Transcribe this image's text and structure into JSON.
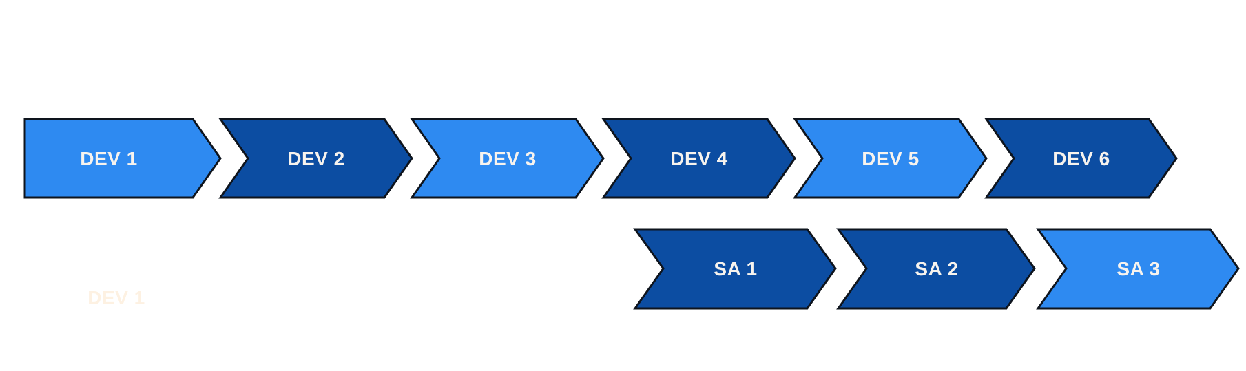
{
  "diagram": {
    "background_color": "#ffffff",
    "outline_color": "#0e141d",
    "label_color": "#f7f3ee",
    "colors": {
      "light_blue": "#2e8af1",
      "dark_blue": "#0c4da2"
    },
    "rows": {
      "dev": {
        "name": "dev-phase-row",
        "items": [
          {
            "label": "DEV 1",
            "fill": "#2e8af1"
          },
          {
            "label": "DEV 2",
            "fill": "#0c4da2"
          },
          {
            "label": "DEV 3",
            "fill": "#2e8af1"
          },
          {
            "label": "DEV 4",
            "fill": "#0c4da2"
          },
          {
            "label": "DEV 5",
            "fill": "#2e8af1"
          },
          {
            "label": "DEV 6",
            "fill": "#0c4da2"
          }
        ]
      },
      "sa": {
        "name": "sa-phase-row",
        "items": [
          {
            "label": "SA 1",
            "fill": "#0c4da2"
          },
          {
            "label": "SA 2",
            "fill": "#0c4da2"
          },
          {
            "label": "SA 3",
            "fill": "#2e8af1"
          }
        ]
      }
    },
    "ghost_label": {
      "text": "DEV 1",
      "color": "#fdf1e2"
    }
  }
}
